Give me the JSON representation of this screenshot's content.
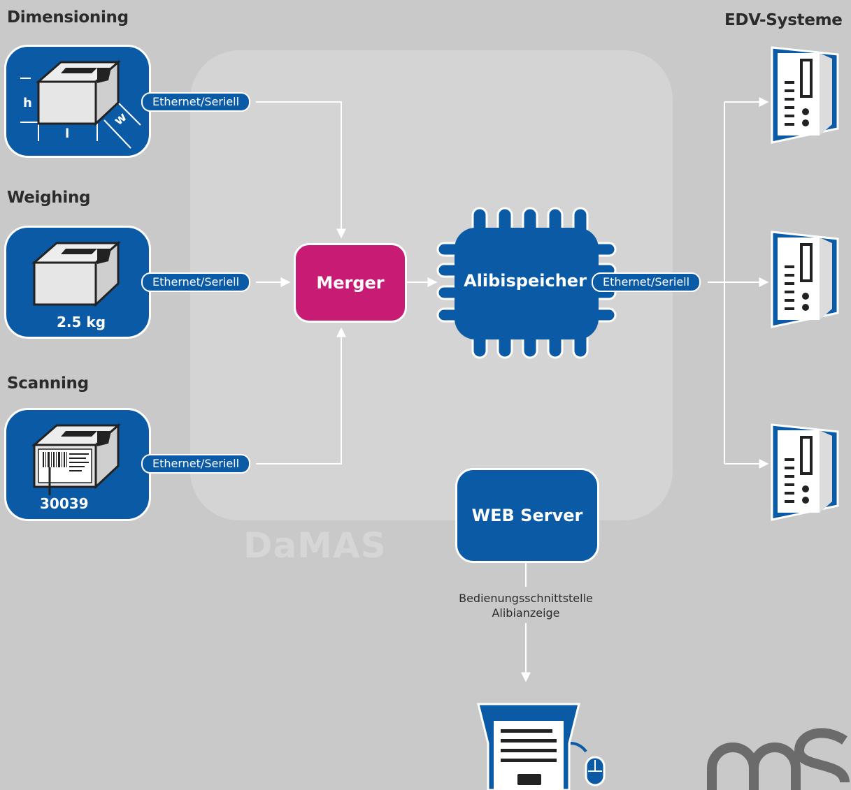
{
  "headings": {
    "dimensioning": "Dimensioning",
    "weighing": "Weighing",
    "scanning": "Scanning",
    "edv": "EDV-Systeme"
  },
  "dimension_labels": {
    "h": "h",
    "w": "w",
    "l": "l"
  },
  "weighing_value": "2.5 kg",
  "scanning_value": "30039",
  "connectors": {
    "dimensioning": "Ethernet/Seriell",
    "weighing": "Ethernet/Seriell",
    "scanning": "Ethernet/Seriell",
    "alibi": "Ethernet/Seriell"
  },
  "nodes": {
    "merger": "Merger",
    "alibispeicher": "Alibispeicher",
    "web_server": "WEB Server"
  },
  "system_label": "DaMAS",
  "web_caption": {
    "line1": "Bedienungsschnittstelle",
    "line2": "Alibianzeige"
  },
  "colors": {
    "background": "#c9c9c9",
    "blue": "#0a5aa6",
    "magenta": "#c81b74",
    "white": "#ffffff"
  },
  "icons": [
    "box-dimension-icon",
    "box-scale-icon",
    "box-barcode-icon",
    "server-icon",
    "terminal-icon",
    "mouse-icon",
    "logo-mark"
  ]
}
